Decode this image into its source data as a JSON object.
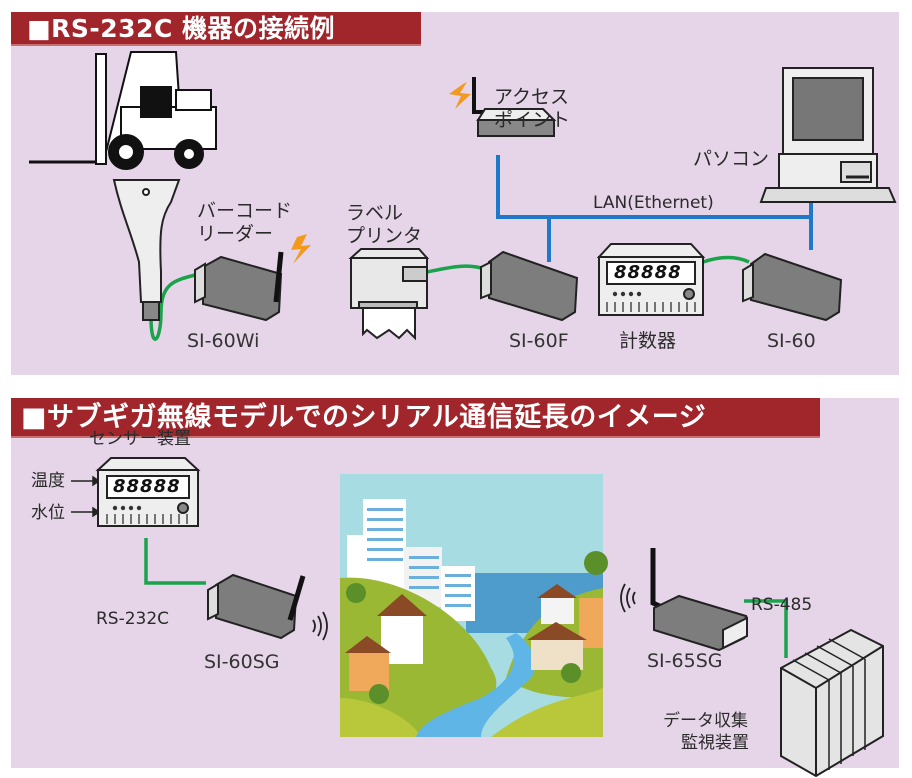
{
  "sections": {
    "top": {
      "title": "■RS-232C 機器の接続例",
      "labels": {
        "barcode_reader": [
          "バーコード",
          "リーダー"
        ],
        "label_printer": [
          "ラベル",
          "プリンタ"
        ],
        "access_point": [
          "アクセス",
          "ポイント"
        ],
        "pc": "パソコン",
        "lan": "LAN(Ethernet)",
        "counter": "計数器",
        "counter_display": "88888"
      },
      "models": {
        "wireless": "SI-60Wi",
        "printer_adapter": "SI-60F",
        "counter_adapter": "SI-60"
      }
    },
    "bottom": {
      "title": "■サブギガ無線モデルでのシリアル通信延長のイメージ",
      "labels": {
        "sensor_device": "センサー装置",
        "temperature": "温度",
        "water_level": "水位",
        "sensor_display": "88888",
        "rs232c": "RS-232C",
        "rs485": "RS-485",
        "monitor_system": [
          "データ収集",
          "監視装置"
        ]
      },
      "models": {
        "transmitter": "SI-60SG",
        "receiver": "SI-65SG"
      }
    }
  },
  "colors": {
    "header_bg": "#a1262c",
    "panel_bg": "#e6d5e8",
    "lan_cable": "#1f78c8",
    "serial_cable": "#1aa34a",
    "lightning": "#f39a1e",
    "device_gray": "#7d7d7d"
  }
}
